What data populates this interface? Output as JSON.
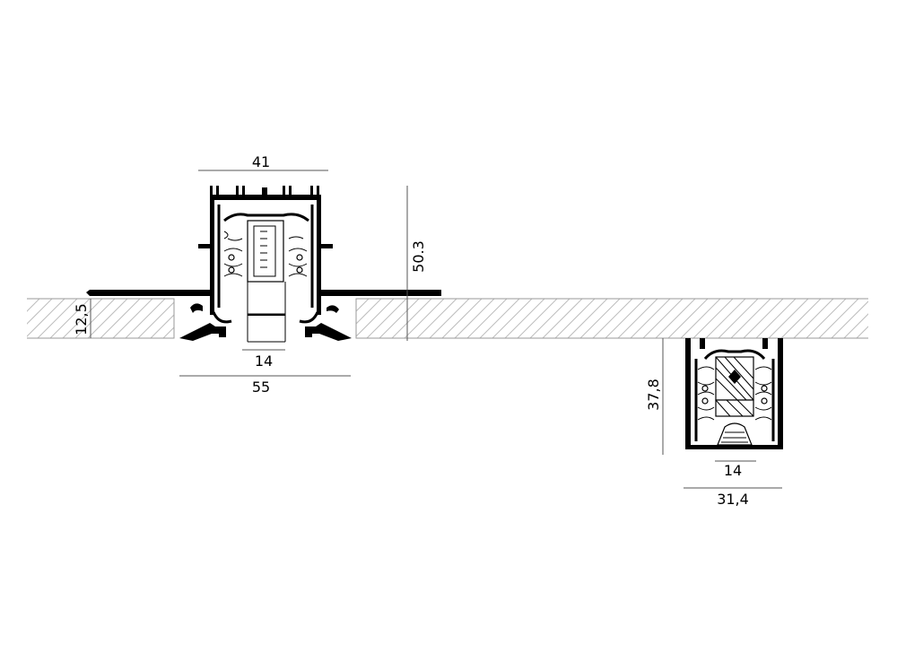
{
  "drawing": {
    "recessed_profile": {
      "dims": {
        "top_width": "41",
        "height": "50.3",
        "ceiling_thickness": "12,5",
        "opening_width": "14",
        "total_width": "55"
      }
    },
    "surface_profile": {
      "dims": {
        "height": "37,8",
        "opening_width": "14",
        "total_width": "31,4"
      }
    },
    "colors": {
      "line": "#000000",
      "dimension": "#555555",
      "hatch": "#bdbdbd"
    }
  }
}
